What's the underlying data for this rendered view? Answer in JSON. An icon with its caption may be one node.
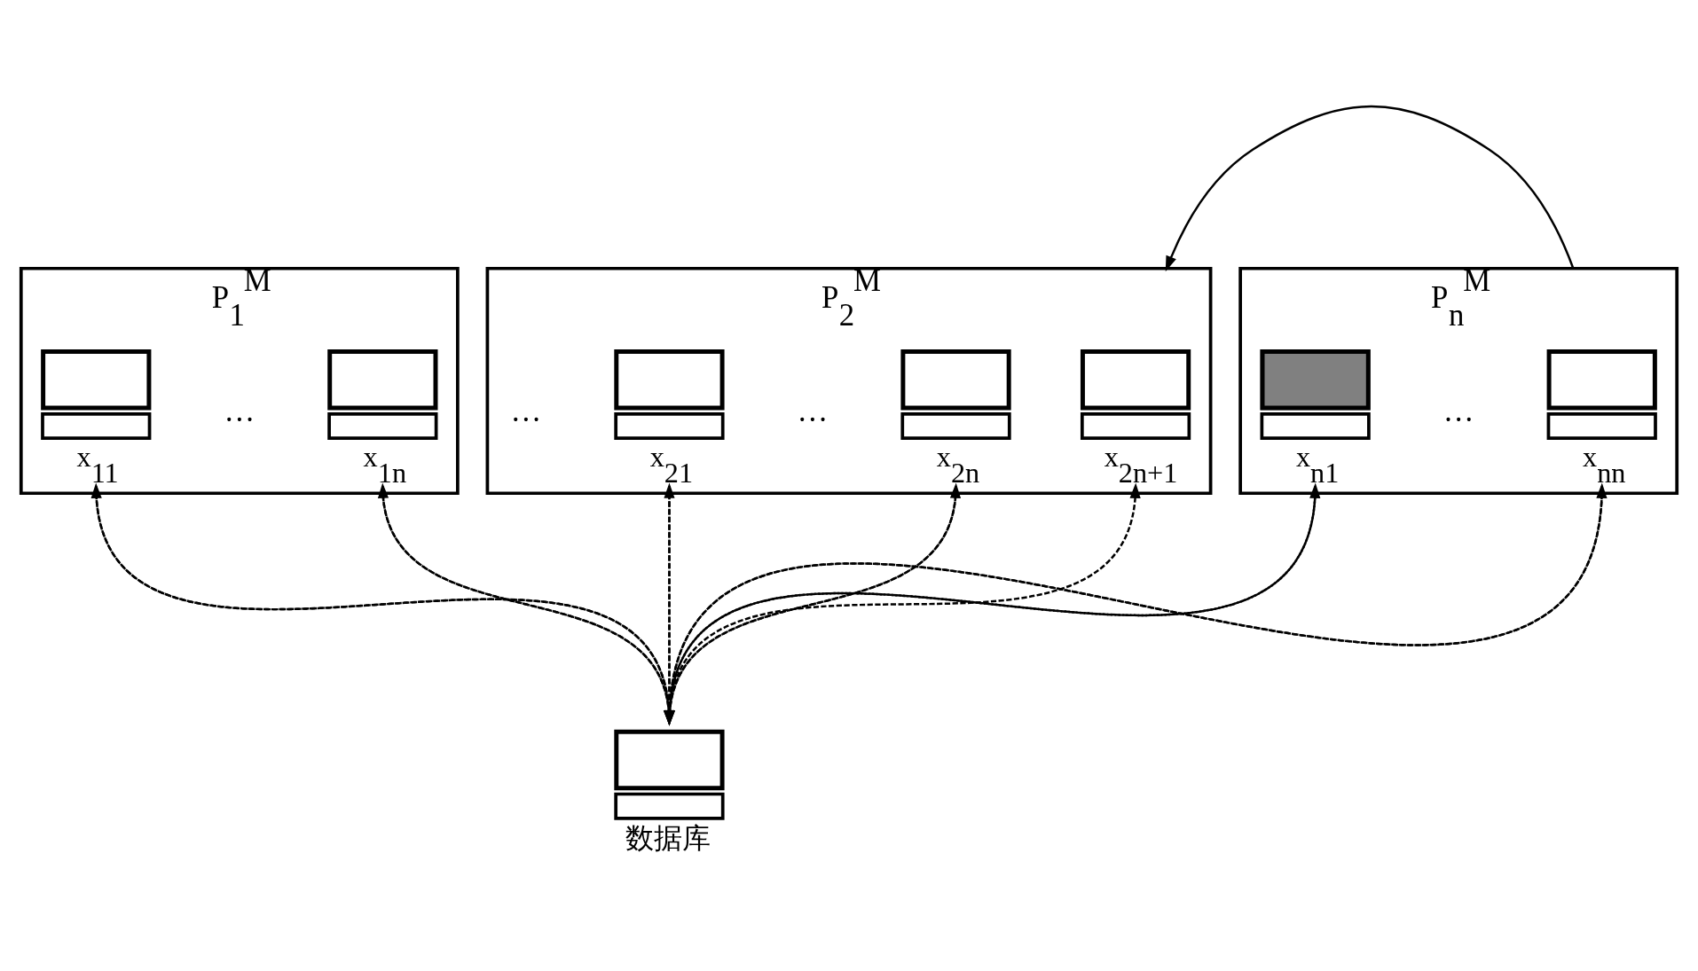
{
  "diagram": {
    "nodes": [
      {
        "text": [
          "P$_{1}$$^{M}$"
        ]
      },
      {
        "text": [
          "x$_{11}$"
        ],
        "in": 0
      },
      {
        "text": [
          "x$_{1n}$"
        ],
        "in": 0
      },
      {
        "text": [
          "P$_{2}$$^{M}$"
        ]
      },
      {
        "text": [
          "x$_{21}$"
        ],
        "in": 3
      },
      {
        "text": [
          "x$_{2n}$"
        ],
        "in": 3
      },
      {
        "text": [
          "x$_{2n+1}$"
        ],
        "in": 3
      },
      {
        "text": [
          "P$_{n}$$^{M}$"
        ]
      },
      {
        "text": [
          "x$_{n1}$"
        ],
        "in": 7
      },
      {
        "text": [
          "x$_{nn}$"
        ],
        "in": 7
      },
      {
        "text": [
          "数据库"
        ]
      }
    ],
    "edges": [
      {
        "from": 1,
        "to": 10,
        "arrow": "to",
        "style": "dashed"
      },
      {
        "from": 10,
        "to": 1,
        "arrow": "to",
        "style": "dashed"
      },
      {
        "from": 2,
        "to": 10,
        "arrow": "to",
        "style": "dashed"
      },
      {
        "from": 10,
        "to": 2,
        "arrow": "to",
        "style": "dashed"
      },
      {
        "from": 4,
        "to": 10,
        "arrow": "to",
        "style": "dashed"
      },
      {
        "from": 10,
        "to": 4,
        "arrow": "to",
        "style": "dashed"
      },
      {
        "from": 5,
        "to": 10,
        "arrow": "to",
        "style": "dashed"
      },
      {
        "from": 10,
        "to": 5,
        "arrow": "to",
        "style": "dashed"
      },
      {
        "from": 10,
        "to": 6,
        "arrow": "to",
        "style": "dashed"
      },
      {
        "from": 8,
        "to": 10,
        "arrow": "to",
        "style": "dashed"
      },
      {
        "from": 10,
        "to": 8,
        "arrow": "to",
        "style": "dashed"
      },
      {
        "from": 9,
        "to": 10,
        "arrow": "none",
        "style": "dashed"
      },
      {
        "from": 10,
        "to": 9,
        "arrow": "to",
        "style": "dashed"
      },
      {
        "from": 7,
        "to": 3,
        "arrow": "to"
      }
    ],
    "labels": [
      "…",
      "…",
      "…",
      "…"
    ]
  }
}
